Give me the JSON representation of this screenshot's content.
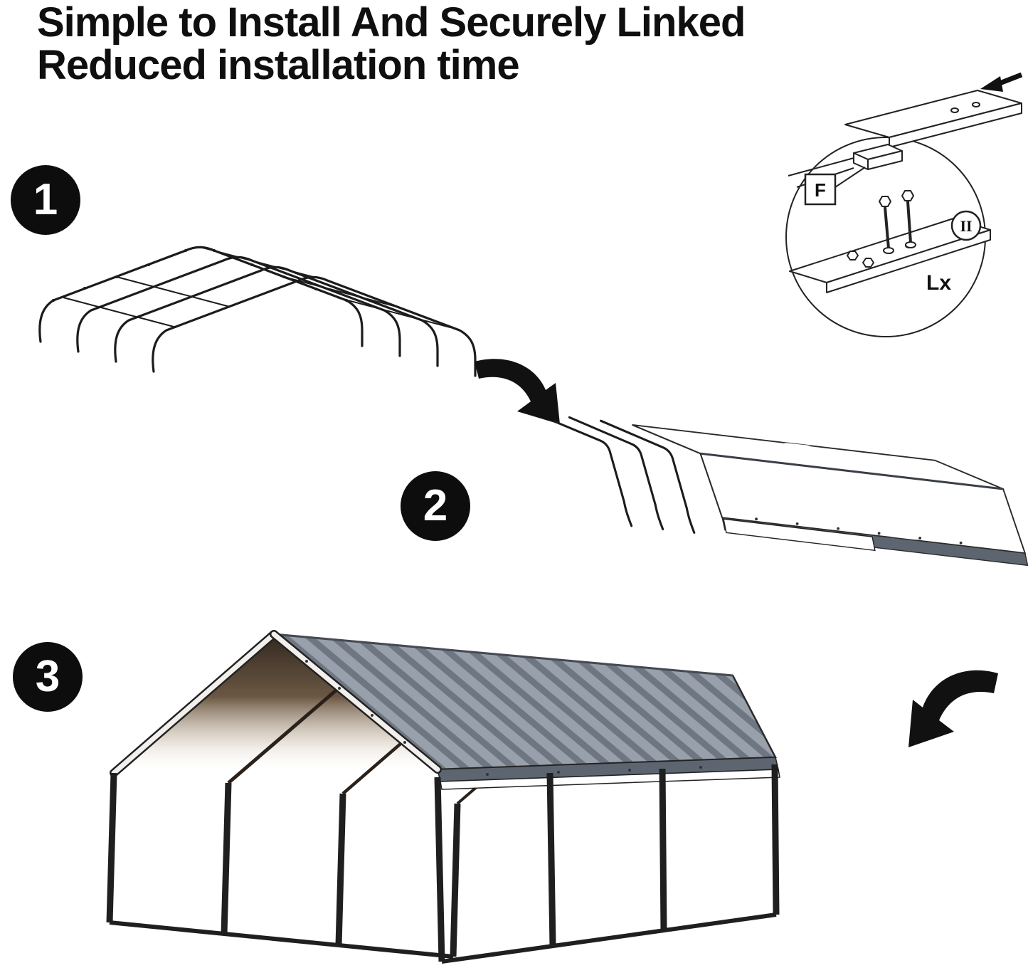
{
  "heading": {
    "line1": "Simple to Install And Securely Linked",
    "line2": "Reduced installation time"
  },
  "steps": {
    "one": "1",
    "two": "2",
    "three": "3"
  },
  "inset": {
    "part_label": "F",
    "detail_label": "II",
    "hardware_label": "Lx"
  },
  "colors": {
    "heading_text": "#0f0f0f",
    "badge_bg": "#0d0d0d",
    "badge_text": "#ffffff",
    "frame_line": "#1c1c1c",
    "arrow": "#111111",
    "roof_gray_light": "#98a0ac",
    "roof_gray_dark": "#6e7682",
    "roof_gray_deep": "#5d6570",
    "roof_brown": "#5b4a3a",
    "roof_brown_dark": "#3a2f26",
    "underside_brown": "#6b5743",
    "white": "#ffffff"
  }
}
